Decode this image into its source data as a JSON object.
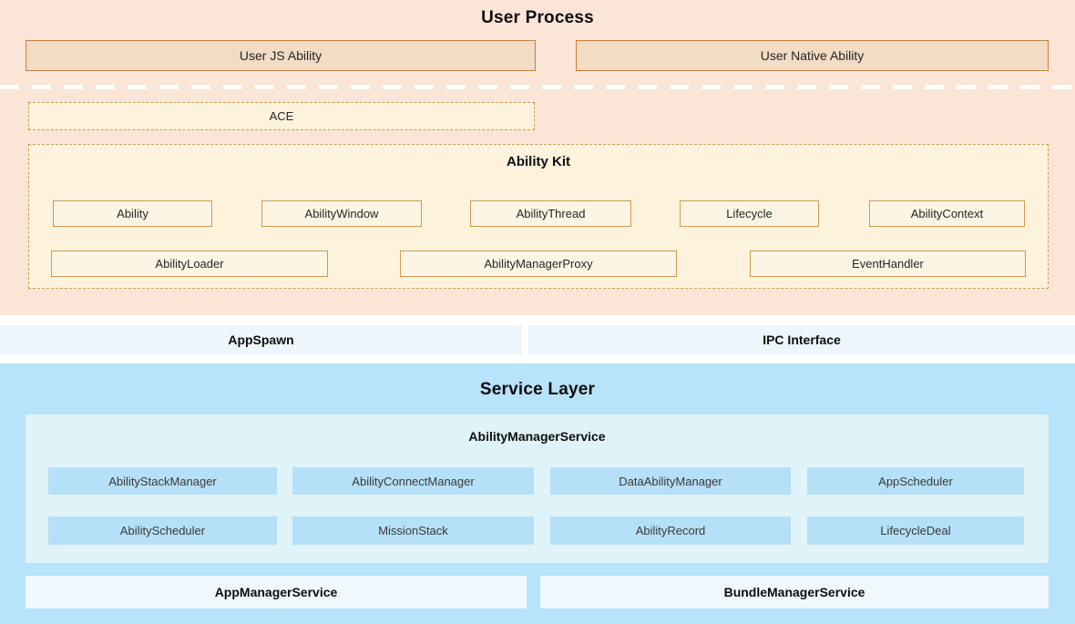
{
  "user_process": {
    "title": "User Process",
    "boxes": [
      {
        "label": "User JS Ability"
      },
      {
        "label": "User Native Ability"
      }
    ]
  },
  "ace": {
    "label": "ACE"
  },
  "ability_kit": {
    "title": "Ability Kit",
    "row1": [
      "Ability",
      "AbilityWindow",
      "AbilityThread",
      "Lifecycle",
      "AbilityContext"
    ],
    "row2": [
      "AbilityLoader",
      "AbilityManagerProxy",
      "EventHandler"
    ]
  },
  "middle": {
    "left": "AppSpawn",
    "right": "IPC Interface"
  },
  "service_layer": {
    "title": "Service Layer",
    "ability_manager_service": {
      "title": "AbilityManagerService",
      "row1": [
        "AbilityStackManager",
        "AbilityConnectManager",
        "DataAbilityManager",
        "AppScheduler"
      ],
      "row2": [
        "AbilityScheduler",
        "MissionStack",
        "AbilityRecord",
        "LifecycleDeal"
      ]
    },
    "bottom": [
      "AppManagerService",
      "BundleManagerService"
    ]
  },
  "colors": {
    "user_process_bg": "#fbe5d6",
    "user_box_fill": "#f2dcc3",
    "user_box_border": "#c8823c",
    "cream_fill": "#fdf3dc",
    "cream_inner_fill": "#fdf5e3",
    "cream_border": "#cd9a52",
    "separator_dash": "#ffffff",
    "mid_bar_fill": "#edf6fc",
    "service_bg": "#b7e3fb",
    "ams_container_fill": "#dff3f8",
    "service_box_fill": "#b5e0f7",
    "service_bottom_fill": "#f0f8fd",
    "text": "#0d0d0d"
  }
}
